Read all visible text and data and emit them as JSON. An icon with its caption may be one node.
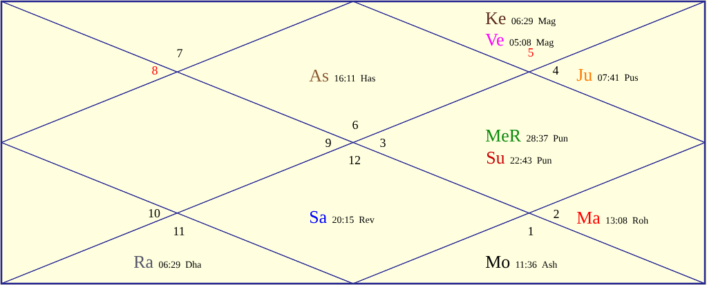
{
  "diagram": {
    "nodes": [
      {
        "text": [
          "7"
        ]
      },
      {
        "text": [
          "Ke",
          "06:29 Mag",
          "Ve",
          "05:08 Mag",
          "5"
        ]
      },
      {
        "text": [
          "8"
        ]
      },
      {
        "text": [
          "As",
          "16:11 Has",
          "6"
        ]
      },
      {
        "text": [
          "4",
          "Ju",
          "07:41 Pus"
        ]
      },
      {
        "text": [
          "9"
        ]
      },
      {
        "text": [
          "3",
          "MeR",
          "28:37 Pun",
          "Su",
          "22:43 Pun"
        ]
      },
      {
        "text": [
          "10"
        ]
      },
      {
        "text": [
          "12",
          "Sa",
          "20:15 Rev"
        ]
      },
      {
        "text": [
          "2",
          "Ma",
          "13:08 Roh"
        ]
      },
      {
        "text": [
          "11",
          "Ra",
          "06:29 Dha"
        ]
      },
      {
        "text": [
          "1",
          "Mo",
          "11:36 Ash"
        ]
      }
    ]
  }
}
